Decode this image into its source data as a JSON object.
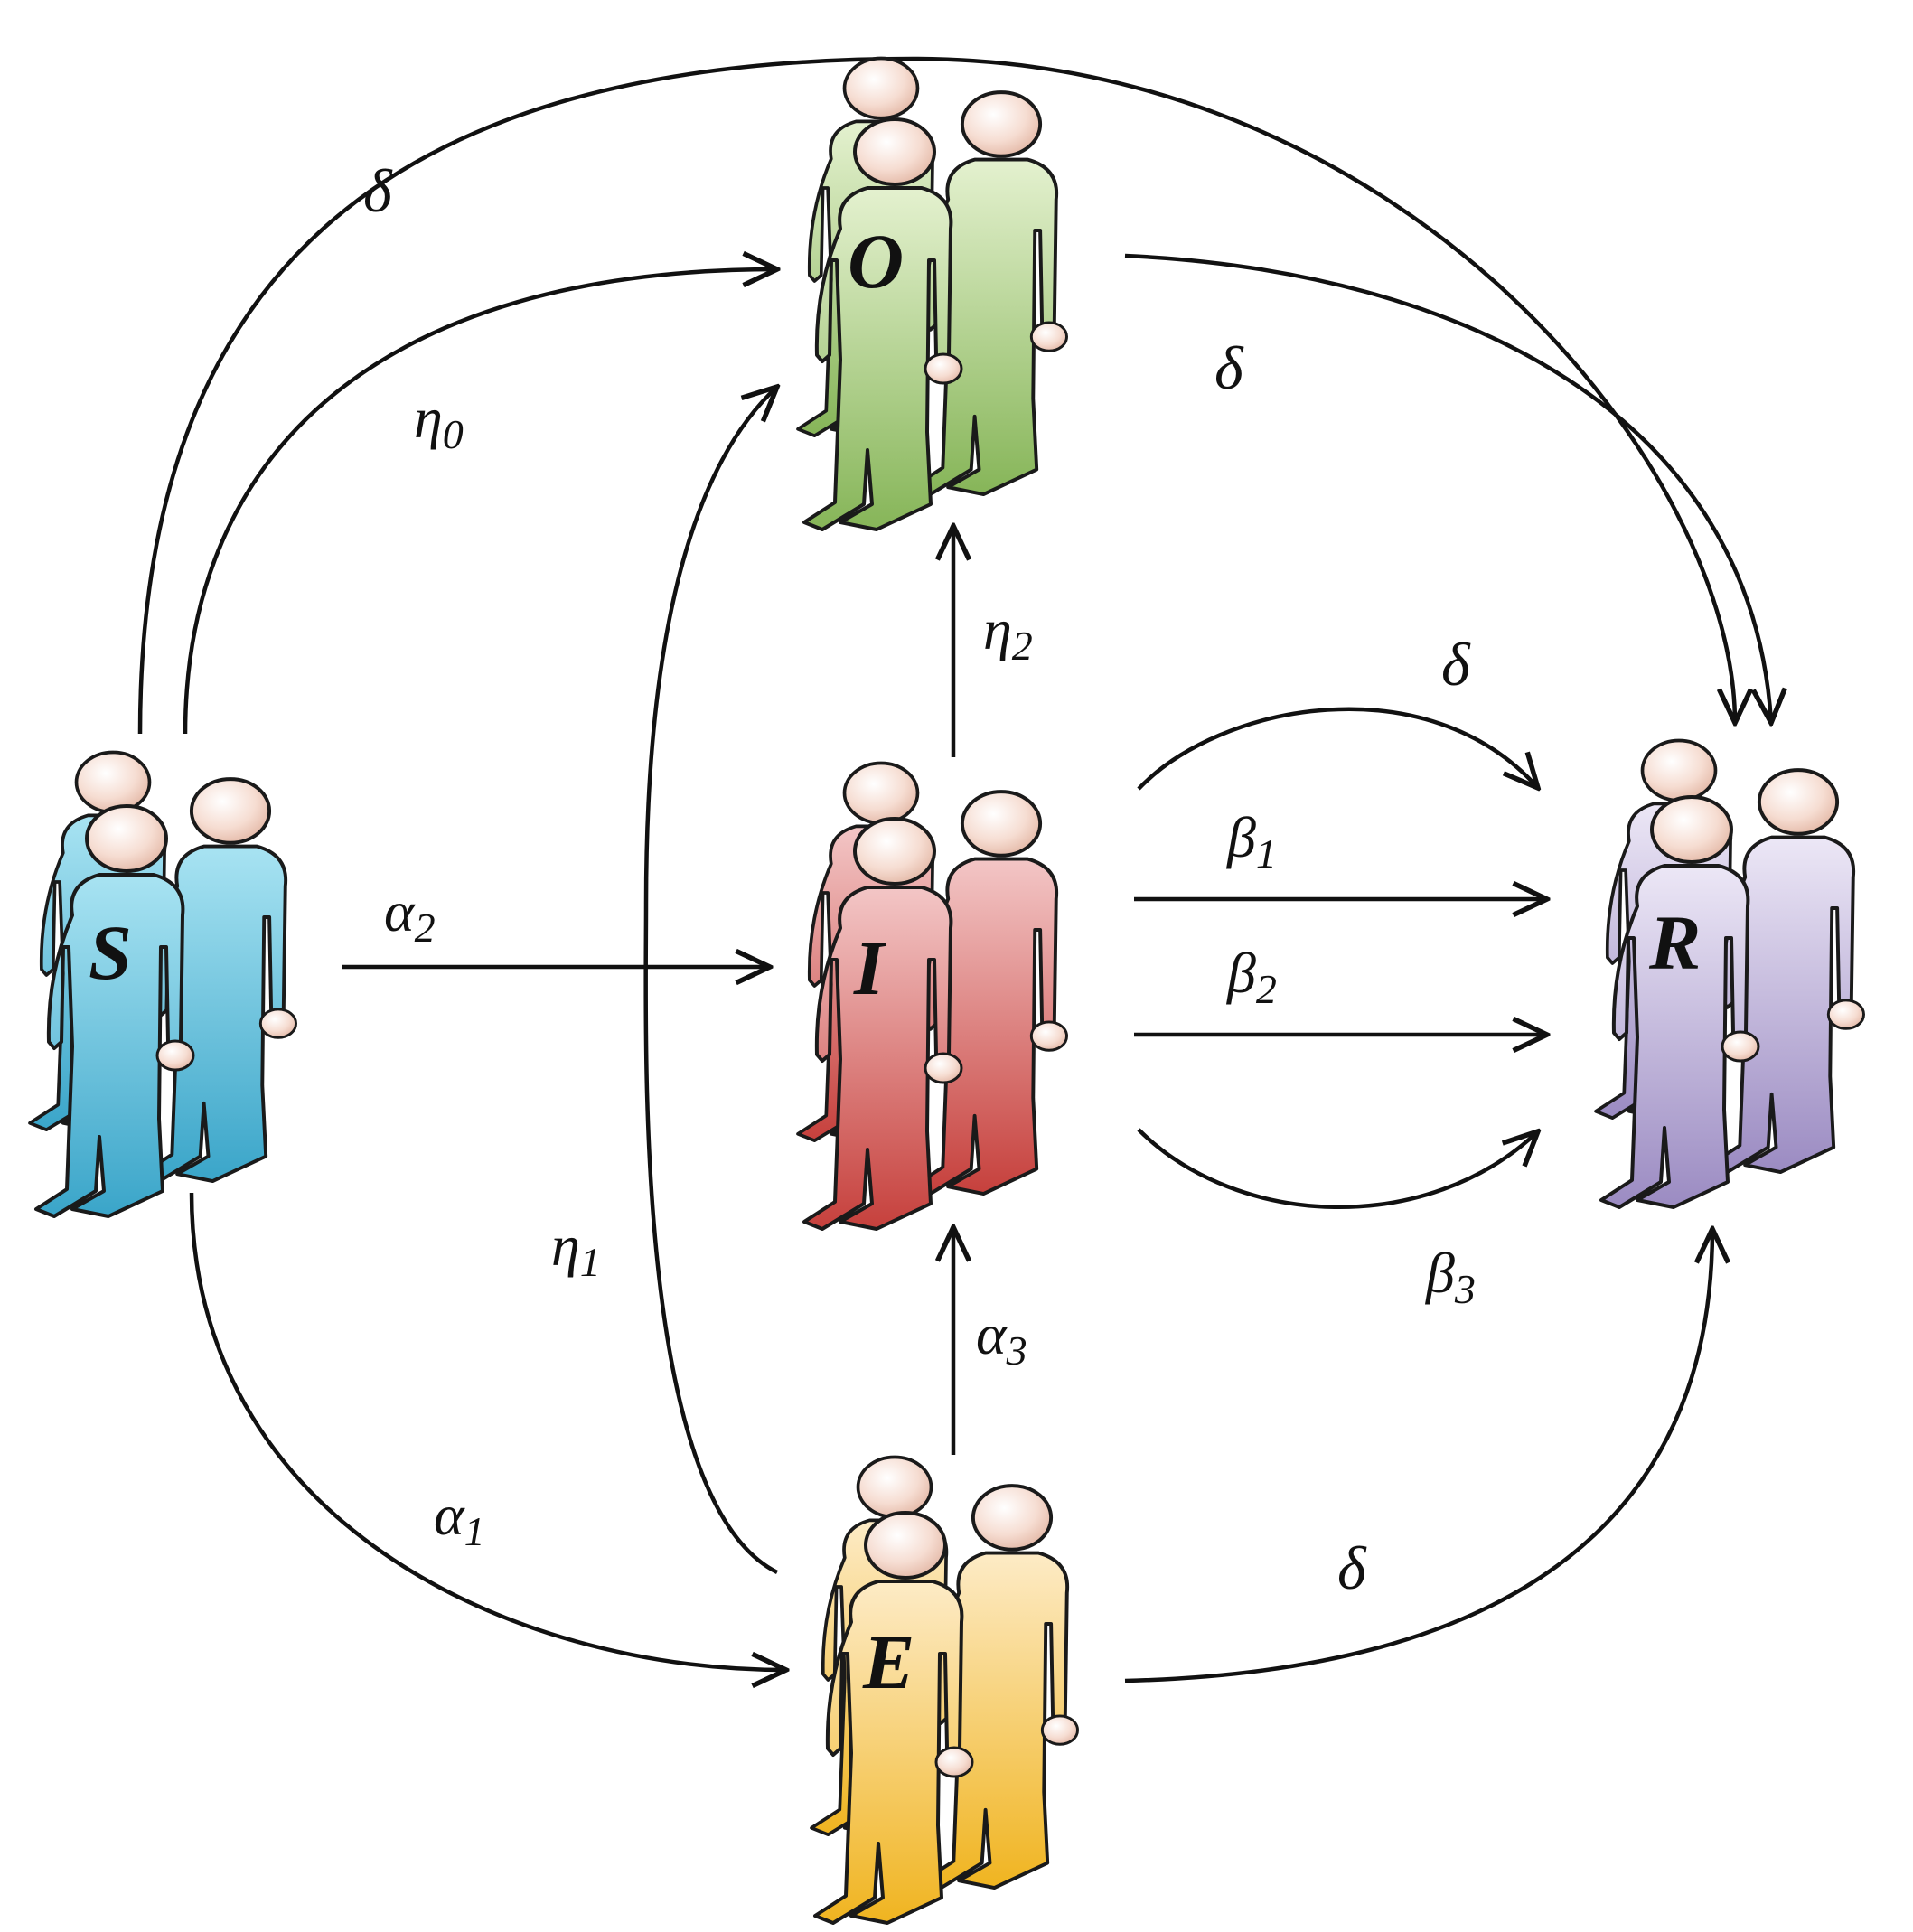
{
  "nodes": {
    "S": {
      "label": "S",
      "color": "#56bcd9"
    },
    "O": {
      "label": "O",
      "color": "#9cc36b"
    },
    "I": {
      "label": "I",
      "color": "#d8625f"
    },
    "E": {
      "label": "E",
      "color": "#f7c23d"
    },
    "R": {
      "label": "R",
      "color": "#b1a2d1"
    }
  },
  "edges": {
    "S_O_eta0": {
      "sym": "η",
      "sub": "0"
    },
    "S_R_delta": {
      "sym": "δ",
      "sub": ""
    },
    "O_R_delta": {
      "sym": "δ",
      "sub": ""
    },
    "S_I_alpha2": {
      "sym": "α",
      "sub": "2"
    },
    "E_O_eta1": {
      "sym": "η",
      "sub": "1"
    },
    "I_O_eta2": {
      "sym": "η",
      "sub": "2"
    },
    "S_E_alpha1": {
      "sym": "α",
      "sub": "1"
    },
    "E_I_alpha3": {
      "sym": "α",
      "sub": "3"
    },
    "I_R_delta": {
      "sym": "δ",
      "sub": ""
    },
    "I_R_beta1": {
      "sym": "β",
      "sub": "1"
    },
    "I_R_beta2": {
      "sym": "β",
      "sub": "2"
    },
    "I_R_beta3": {
      "sym": "β",
      "sub": "3"
    },
    "E_R_delta": {
      "sym": "δ",
      "sub": ""
    }
  }
}
